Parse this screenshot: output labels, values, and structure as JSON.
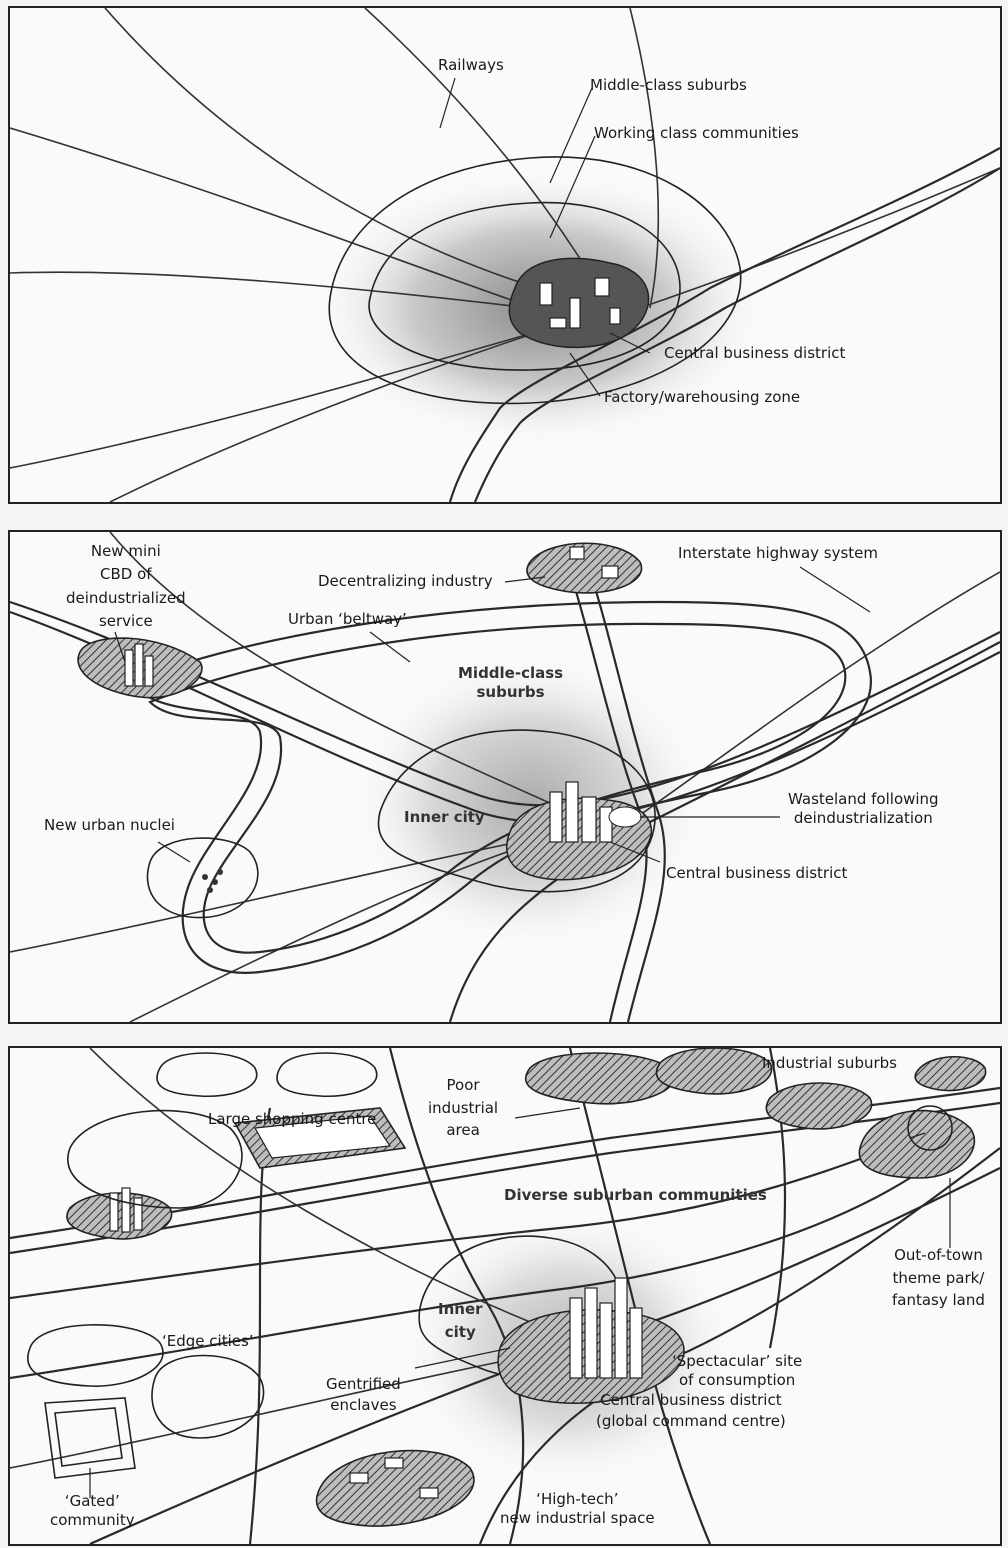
{
  "panel1": {
    "railways": "Railways",
    "middle_class_suburbs": "Middle-class suburbs",
    "working_class": "Working class communities",
    "cbd": "Central business district",
    "factory": "Factory/warehousing zone"
  },
  "panel2": {
    "mini_cbd": [
      "New mini",
      "CBD of",
      "deindustrialized",
      "service"
    ],
    "decentralizing": "Decentralizing industry",
    "interstate": "Interstate highway system",
    "beltway": "Urban ‘beltway’",
    "middle_class": [
      "Middle-class",
      "suburbs"
    ],
    "new_urban_nuclei": "New urban nuclei",
    "inner_city": "Inner city",
    "wasteland": [
      "Wasteland following",
      "deindustrialization"
    ],
    "cbd": "Central business district"
  },
  "panel3": {
    "poor_industrial": [
      "Poor",
      "industrial",
      "area"
    ],
    "industrial_suburbs": "Industrial suburbs",
    "large_shopping": "Large shopping centre",
    "diverse_suburban": "Diverse suburban communities",
    "theme_park": [
      "Out-of-town",
      "theme park/",
      "fantasy land"
    ],
    "inner_city": [
      "Inner",
      "city"
    ],
    "edge_cities": "‘Edge cities’",
    "spectacular": [
      "‘Spectacular’ site",
      "of consumption"
    ],
    "gentrified": [
      "Gentrified",
      "enclaves"
    ],
    "cbd": [
      "Central business district",
      "(global command centre)"
    ],
    "gated": [
      "‘Gated’",
      "community"
    ],
    "high_tech": [
      "‘High-tech’",
      "new industrial space"
    ]
  }
}
